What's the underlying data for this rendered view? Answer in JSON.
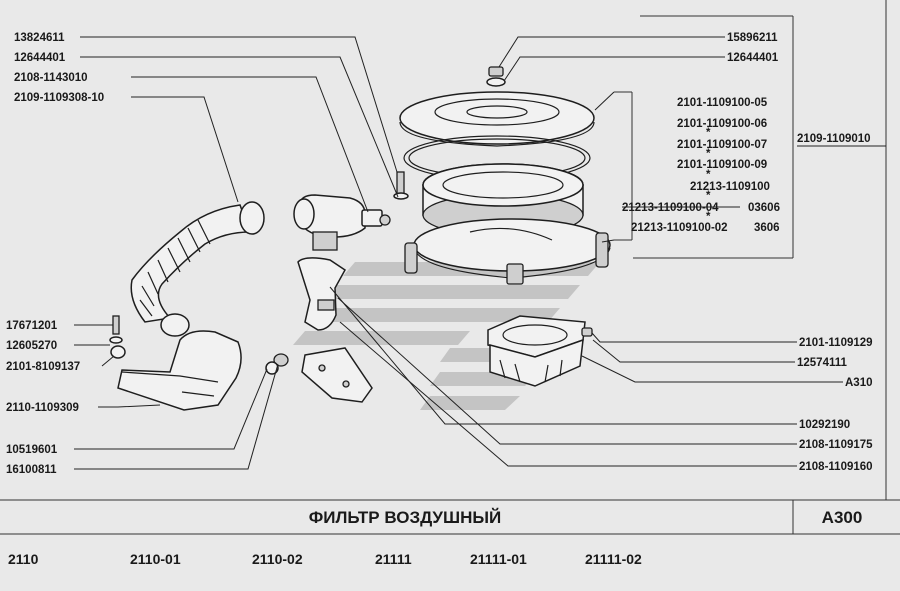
{
  "title": "ФИЛЬТР  ВОЗДУШНЫЙ",
  "code": "A300",
  "labels_left": [
    "13824611",
    "12644401",
    "2108-1143010",
    "2109-1109308-10",
    "17671201",
    "12605270",
    "2101-8109137",
    "2110-1109309",
    "10519601",
    "16100811"
  ],
  "labels_right": [
    "15896211",
    "12644401",
    "2101-1109100-05",
    "2101-1109100-06",
    "2101-1109100-07",
    "2101-1109100-09",
    "21213-1109100",
    "21213-1109100-04",
    "03606",
    "21213-1109100-02",
    "3606",
    "2109-1109010",
    "2101-1109129",
    "12574111",
    "A310",
    "10292190",
    "2108-1109175",
    "2108-1109160"
  ],
  "models": [
    "2110",
    "2110-01",
    "2110-02",
    "21111",
    "21111-01",
    "21111-02"
  ]
}
